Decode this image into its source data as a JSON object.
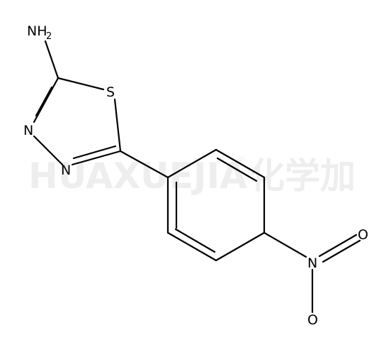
{
  "watermark": {
    "latin": "HUAXUEJIA",
    "registered": "®",
    "cjk": "化学加"
  },
  "atoms": {
    "amine": {
      "symbol": "NH",
      "subscript": "2"
    },
    "sulfur": {
      "symbol": "S"
    },
    "nitrogen_ring_1": {
      "symbol": "N"
    },
    "nitrogen_ring_2": {
      "symbol": "N"
    },
    "nitro_n": {
      "symbol": "N"
    },
    "nitro_o_1": {
      "symbol": "O"
    },
    "nitro_o_2": {
      "symbol": "O"
    }
  }
}
